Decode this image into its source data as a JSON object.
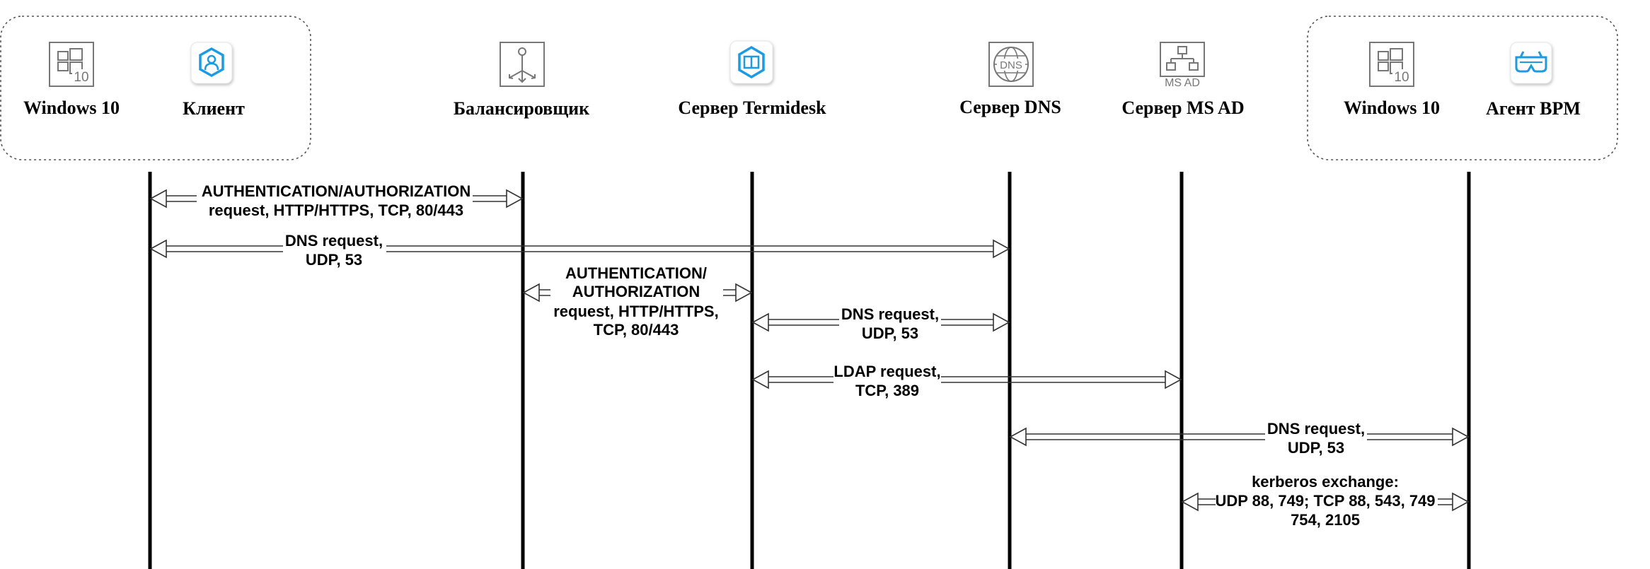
{
  "groups": [
    {
      "id": "client-group"
    },
    {
      "id": "agent-group"
    }
  ],
  "actors": [
    {
      "id": "win10-client",
      "label": "Windows 10",
      "icon": "windows-10-icon"
    },
    {
      "id": "client",
      "label": "Клиент",
      "icon": "user-shield-icon"
    },
    {
      "id": "balancer",
      "label": "Балансировщик",
      "icon": "balancer-icon"
    },
    {
      "id": "termidesk",
      "label": "Сервер Termidesk",
      "icon": "termidesk-server-icon"
    },
    {
      "id": "dns",
      "label": "Сервер DNS",
      "icon": "dns-globe-icon",
      "icon_text": "DNS"
    },
    {
      "id": "msad",
      "label": "Сервер MS AD",
      "icon": "ms-ad-network-icon",
      "icon_text": "MS AD"
    },
    {
      "id": "win10-agent",
      "label": "Windows 10",
      "icon": "windows-10-icon"
    },
    {
      "id": "agent",
      "label": "Агент BPM",
      "icon": "vr-glasses-icon"
    }
  ],
  "windows_badge": "10",
  "messages": [
    {
      "id": "client-balancer-auth",
      "lines": [
        "AUTHENTICATION/AUTHORIZATION",
        "request, HTTP/HTTPS, TCP, 80/443"
      ]
    },
    {
      "id": "client-dns",
      "lines": [
        "DNS request,",
        "UDP, 53"
      ]
    },
    {
      "id": "balancer-termidesk-auth",
      "lines": [
        "AUTHENTICATION/",
        "AUTHORIZATION",
        "request, HTTP/HTTPS,",
        "TCP, 80/443"
      ]
    },
    {
      "id": "termidesk-dns",
      "lines": [
        "DNS request,",
        "UDP, 53"
      ]
    },
    {
      "id": "termidesk-msad-ldap",
      "lines": [
        "LDAP request,",
        "TCP, 389"
      ]
    },
    {
      "id": "dns-agent",
      "lines": [
        "DNS request,",
        "UDP, 53"
      ]
    },
    {
      "id": "msad-agent-kerberos",
      "lines": [
        "kerberos exchange:",
        "UDP 88, 749; TCP 88, 543, 749",
        "754, 2105"
      ]
    }
  ],
  "colors": {
    "accent": "#1a9be0",
    "icon_gray": "#777777",
    "lifeline": "#000000"
  }
}
